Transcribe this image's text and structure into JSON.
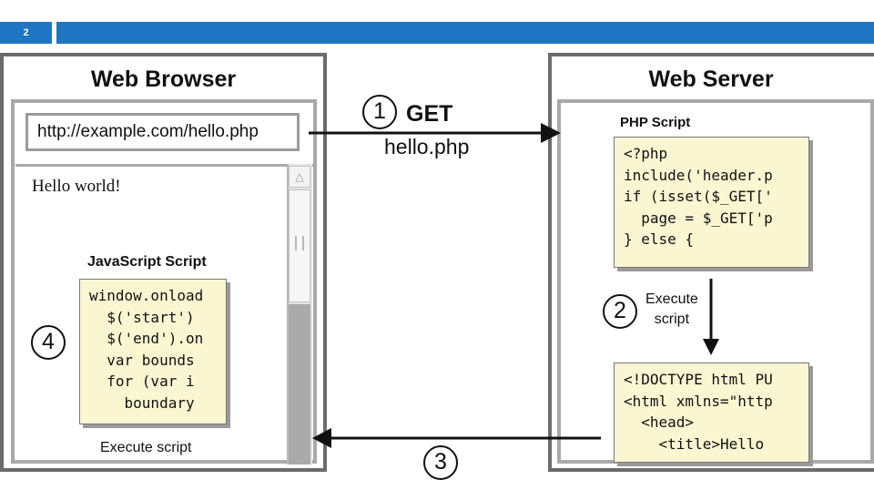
{
  "slide": {
    "number": "2"
  },
  "browser": {
    "title": "Web Browser",
    "url": "http://example.com/hello.php",
    "content_text": "Hello world!",
    "js_label": "JavaScript Script",
    "js_code": "window.onload\n  $('start')\n  $('end').on\n  var bounds\n  for (var i\n    boundary",
    "exec_label": "Execute script"
  },
  "server": {
    "title": "Web Server",
    "php_label": "PHP Script",
    "php_code": "<?php\ninclude('header.p\nif (isset($_GET['\n  page = $_GET['p\n} else {",
    "html_code": "<!DOCTYPE html PU\n<html xmlns=\"http\n  <head>\n    <title>Hello",
    "exec_label_line1": "Execute",
    "exec_label_line2": "script"
  },
  "steps": {
    "s1": "1",
    "s2": "2",
    "s3": "3",
    "s4": "4",
    "get": "GET",
    "get_file": "hello.php"
  }
}
